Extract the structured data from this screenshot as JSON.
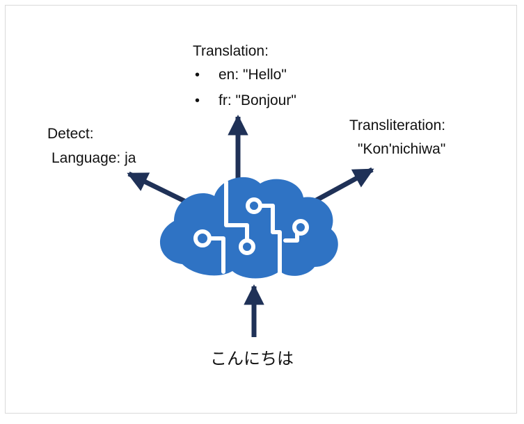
{
  "input": {
    "text": "こんにちは"
  },
  "detect": {
    "title": "Detect:",
    "value": "Language: ja"
  },
  "translation": {
    "title": "Translation:",
    "items": [
      "en: \"Hello\"",
      "fr: \"Bonjour\""
    ]
  },
  "transliteration": {
    "title": "Transliteration:",
    "value": "\"Kon'nichiwa\""
  },
  "colors": {
    "cloud": "#2f73c4",
    "arrow": "#1f3157",
    "text": "#111111",
    "border": "#d9d9d9"
  }
}
